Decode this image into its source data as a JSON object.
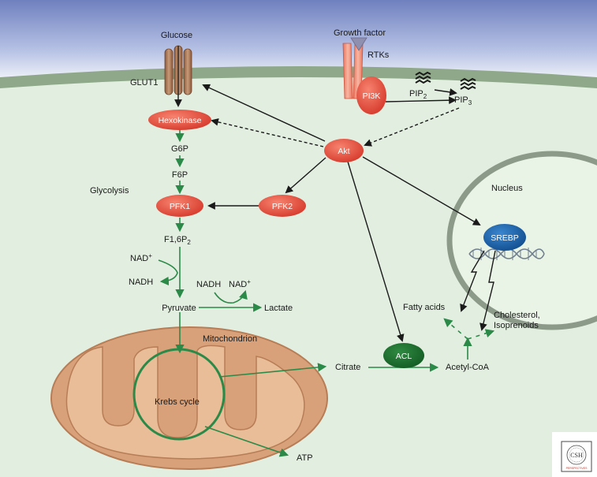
{
  "labels": {
    "glucose": "Glucose",
    "glut1": "GLUT1",
    "growth_factor": "Growth factor",
    "rtks": "RTKs",
    "pi3k": "PI3K",
    "pip2": "PIP",
    "pip2_sub": "2",
    "pip3": "PIP",
    "pip3_sub": "3",
    "hexokinase": "Hexokinase",
    "akt": "Akt",
    "g6p": "G6P",
    "f6p": "F6P",
    "glycolysis": "Glycolysis",
    "pfk1": "PFK1",
    "pfk2": "PFK2",
    "nucleus": "Nucleus",
    "srebp": "SREBP",
    "f16p2": "F1,6P",
    "f16p2_sub": "2",
    "nad_plus_left": "NAD",
    "nad_plus_left_sup": "+",
    "nadh_left": "NADH",
    "nadh_mid": "NADH",
    "nad_plus_mid": "NAD",
    "nad_plus_mid_sup": "+",
    "pyruvate": "Pyruvate",
    "lactate": "Lactate",
    "fatty_acids": "Fatty acids",
    "cholesterol": "Cholesterol,",
    "isoprenoids": "Isoprenoids",
    "mitochondrion": "Mitochondrion",
    "citrate": "Citrate",
    "acl": "ACL",
    "acetyl_coa": "Acetyl-CoA",
    "krebs_cycle": "Krebs cycle",
    "atp": "ATP"
  },
  "logo": {
    "text": "CSH",
    "subtext": "PERSPECTIVES"
  },
  "colors": {
    "cytoplasm": "#e2efe0",
    "membrane": "#8fa88a",
    "extracellular_top": "#6f80bf",
    "enzyme_red": "#e0463a",
    "srebp_blue": "#1b62a8",
    "acl_green": "#1d6e2e",
    "pathway_green": "#2b8a48",
    "mito_outer": "#d9a17a",
    "mito_inner": "#e8bd98"
  }
}
